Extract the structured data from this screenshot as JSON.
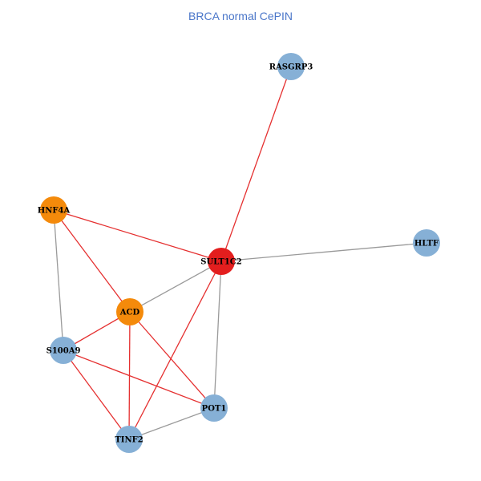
{
  "title": "BRCA normal CePIN",
  "colors": {
    "title": "#4a76c9",
    "node_blue": "#86b0d6",
    "node_orange": "#f48a0b",
    "node_red": "#e31e1e",
    "edge_red": "#e53030",
    "edge_grey": "#9a9a9a"
  },
  "nodes": [
    {
      "id": "RASGRP3",
      "label": "RASGRP3",
      "group": "blue"
    },
    {
      "id": "HNF4A",
      "label": "HNF4A",
      "group": "orange"
    },
    {
      "id": "HLTF",
      "label": "HLTF",
      "group": "blue"
    },
    {
      "id": "SULT1C2",
      "label": "SULT1C2",
      "group": "red"
    },
    {
      "id": "ACD",
      "label": "ACD",
      "group": "orange"
    },
    {
      "id": "S100A9",
      "label": "S100A9",
      "group": "blue"
    },
    {
      "id": "POT1",
      "label": "POT1",
      "group": "blue"
    },
    {
      "id": "TINF2",
      "label": "TINF2",
      "group": "blue"
    }
  ],
  "edges": [
    {
      "source": "RASGRP3",
      "target": "SULT1C2",
      "type": "red"
    },
    {
      "source": "HNF4A",
      "target": "SULT1C2",
      "type": "red"
    },
    {
      "source": "HNF4A",
      "target": "ACD",
      "type": "red"
    },
    {
      "source": "HNF4A",
      "target": "S100A9",
      "type": "grey"
    },
    {
      "source": "SULT1C2",
      "target": "HLTF",
      "type": "grey"
    },
    {
      "source": "SULT1C2",
      "target": "ACD",
      "type": "grey"
    },
    {
      "source": "SULT1C2",
      "target": "POT1",
      "type": "grey"
    },
    {
      "source": "SULT1C2",
      "target": "TINF2",
      "type": "red"
    },
    {
      "source": "ACD",
      "target": "S100A9",
      "type": "red"
    },
    {
      "source": "ACD",
      "target": "POT1",
      "type": "red"
    },
    {
      "source": "ACD",
      "target": "TINF2",
      "type": "red"
    },
    {
      "source": "S100A9",
      "target": "POT1",
      "type": "red"
    },
    {
      "source": "S100A9",
      "target": "TINF2",
      "type": "red"
    },
    {
      "source": "TINF2",
      "target": "POT1",
      "type": "grey"
    }
  ]
}
